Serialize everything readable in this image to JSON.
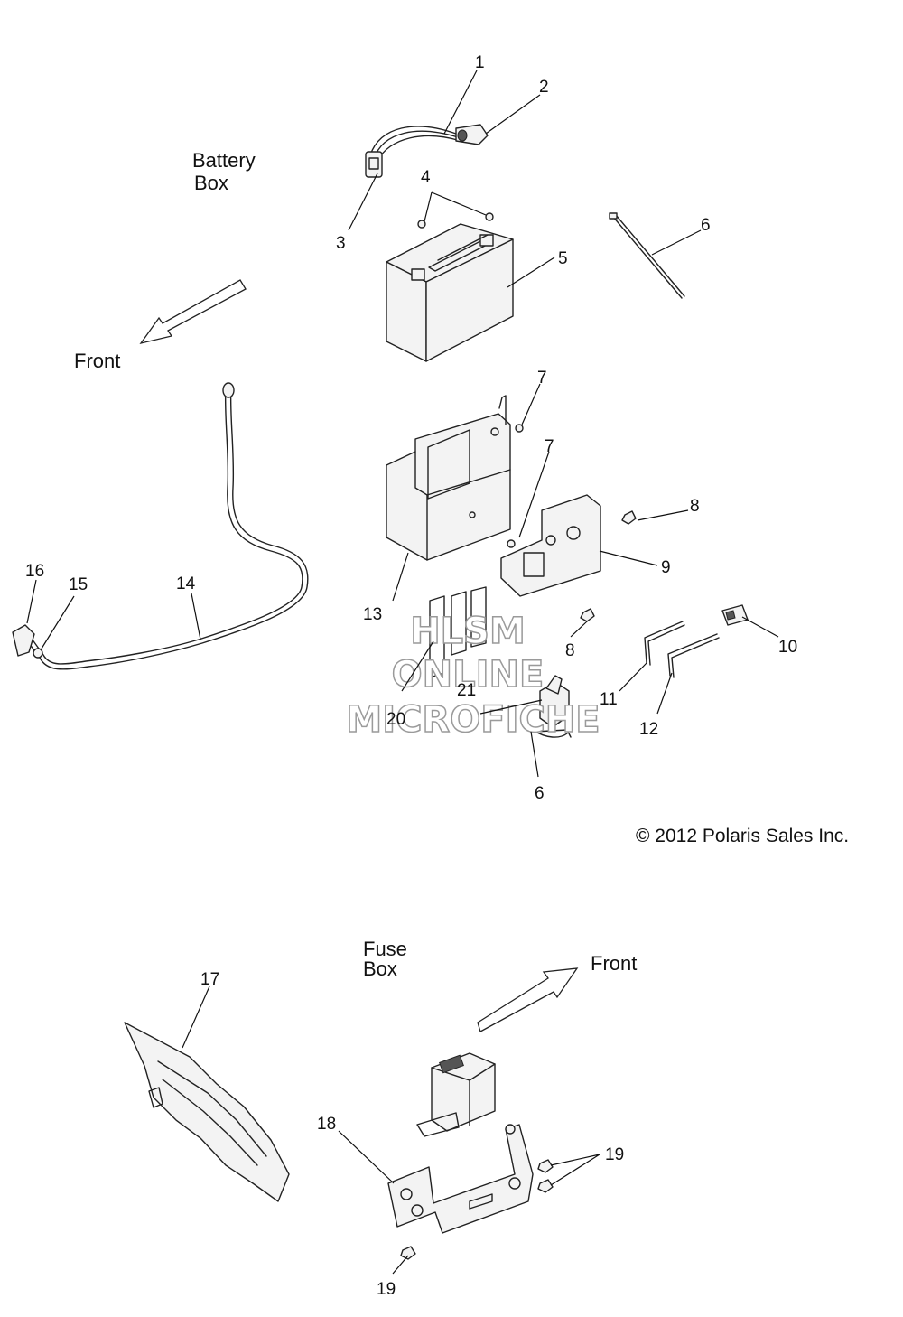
{
  "sections": {
    "battery_box": {
      "line1": "Battery",
      "line2": "Box"
    },
    "fuse_box": {
      "line1": "Fuse",
      "line2": "Box"
    }
  },
  "directions": {
    "front_left": "Front",
    "front_right": "Front"
  },
  "copyright": "© 2012 Polaris Sales Inc.",
  "watermark": {
    "line1": "HLSM",
    "line2": "ONLINE",
    "line3": "MICROFICHE"
  },
  "callouts": {
    "c1": "1",
    "c2": "2",
    "c3": "3",
    "c4": "4",
    "c5": "5",
    "c6a": "6",
    "c7a": "7",
    "c7b": "7",
    "c8a": "8",
    "c8b": "8",
    "c9": "9",
    "c10": "10",
    "c11": "11",
    "c12": "12",
    "c13": "13",
    "c14": "14",
    "c15": "15",
    "c16": "16",
    "c20": "20",
    "c21": "21",
    "c6b": "6",
    "c17": "17",
    "c18": "18",
    "c19a": "19",
    "c19b": "19"
  }
}
